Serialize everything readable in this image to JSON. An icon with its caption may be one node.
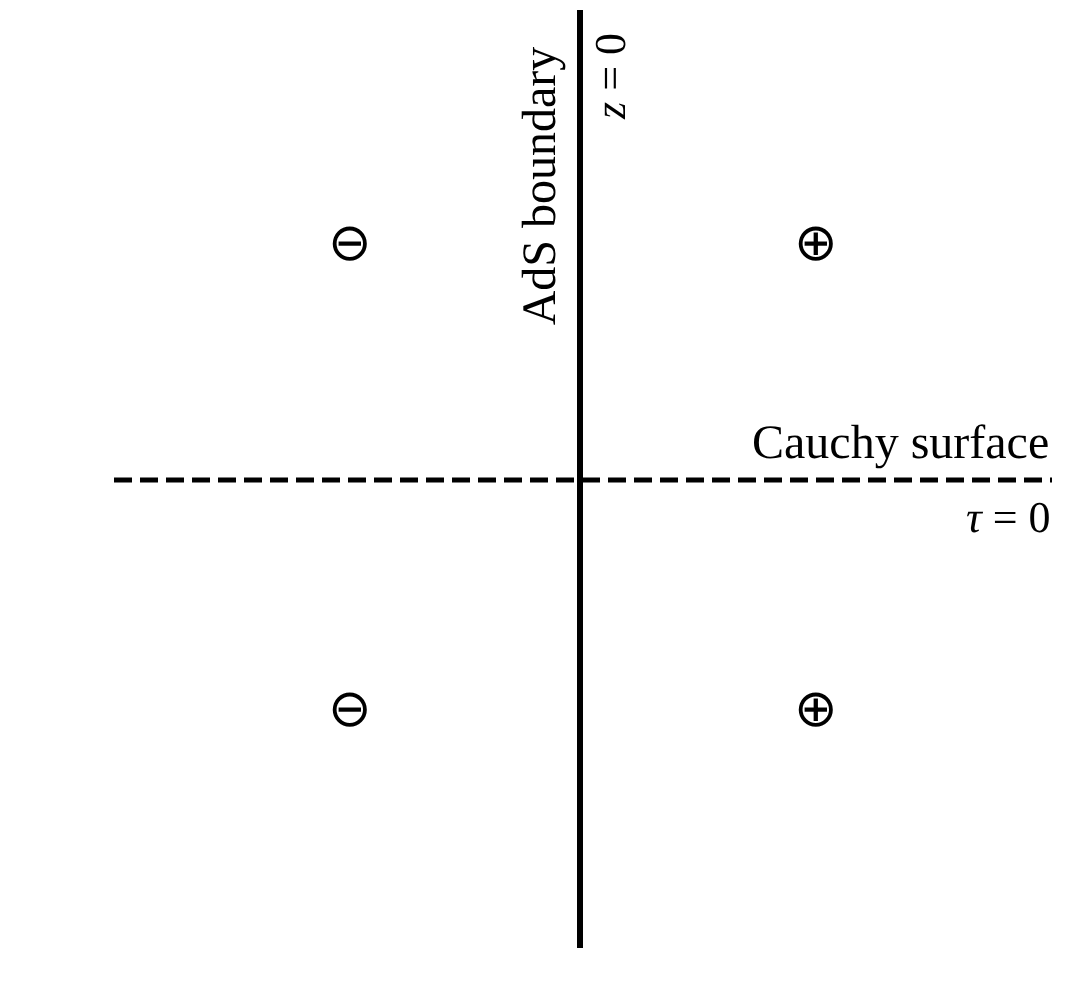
{
  "diagram": {
    "labels": [
      "AdS boundary",
      "*z* = 0",
      "⊖",
      "⊕",
      "Cauchy surface",
      "*τ* = 0",
      "⊖",
      "⊕"
    ]
  }
}
